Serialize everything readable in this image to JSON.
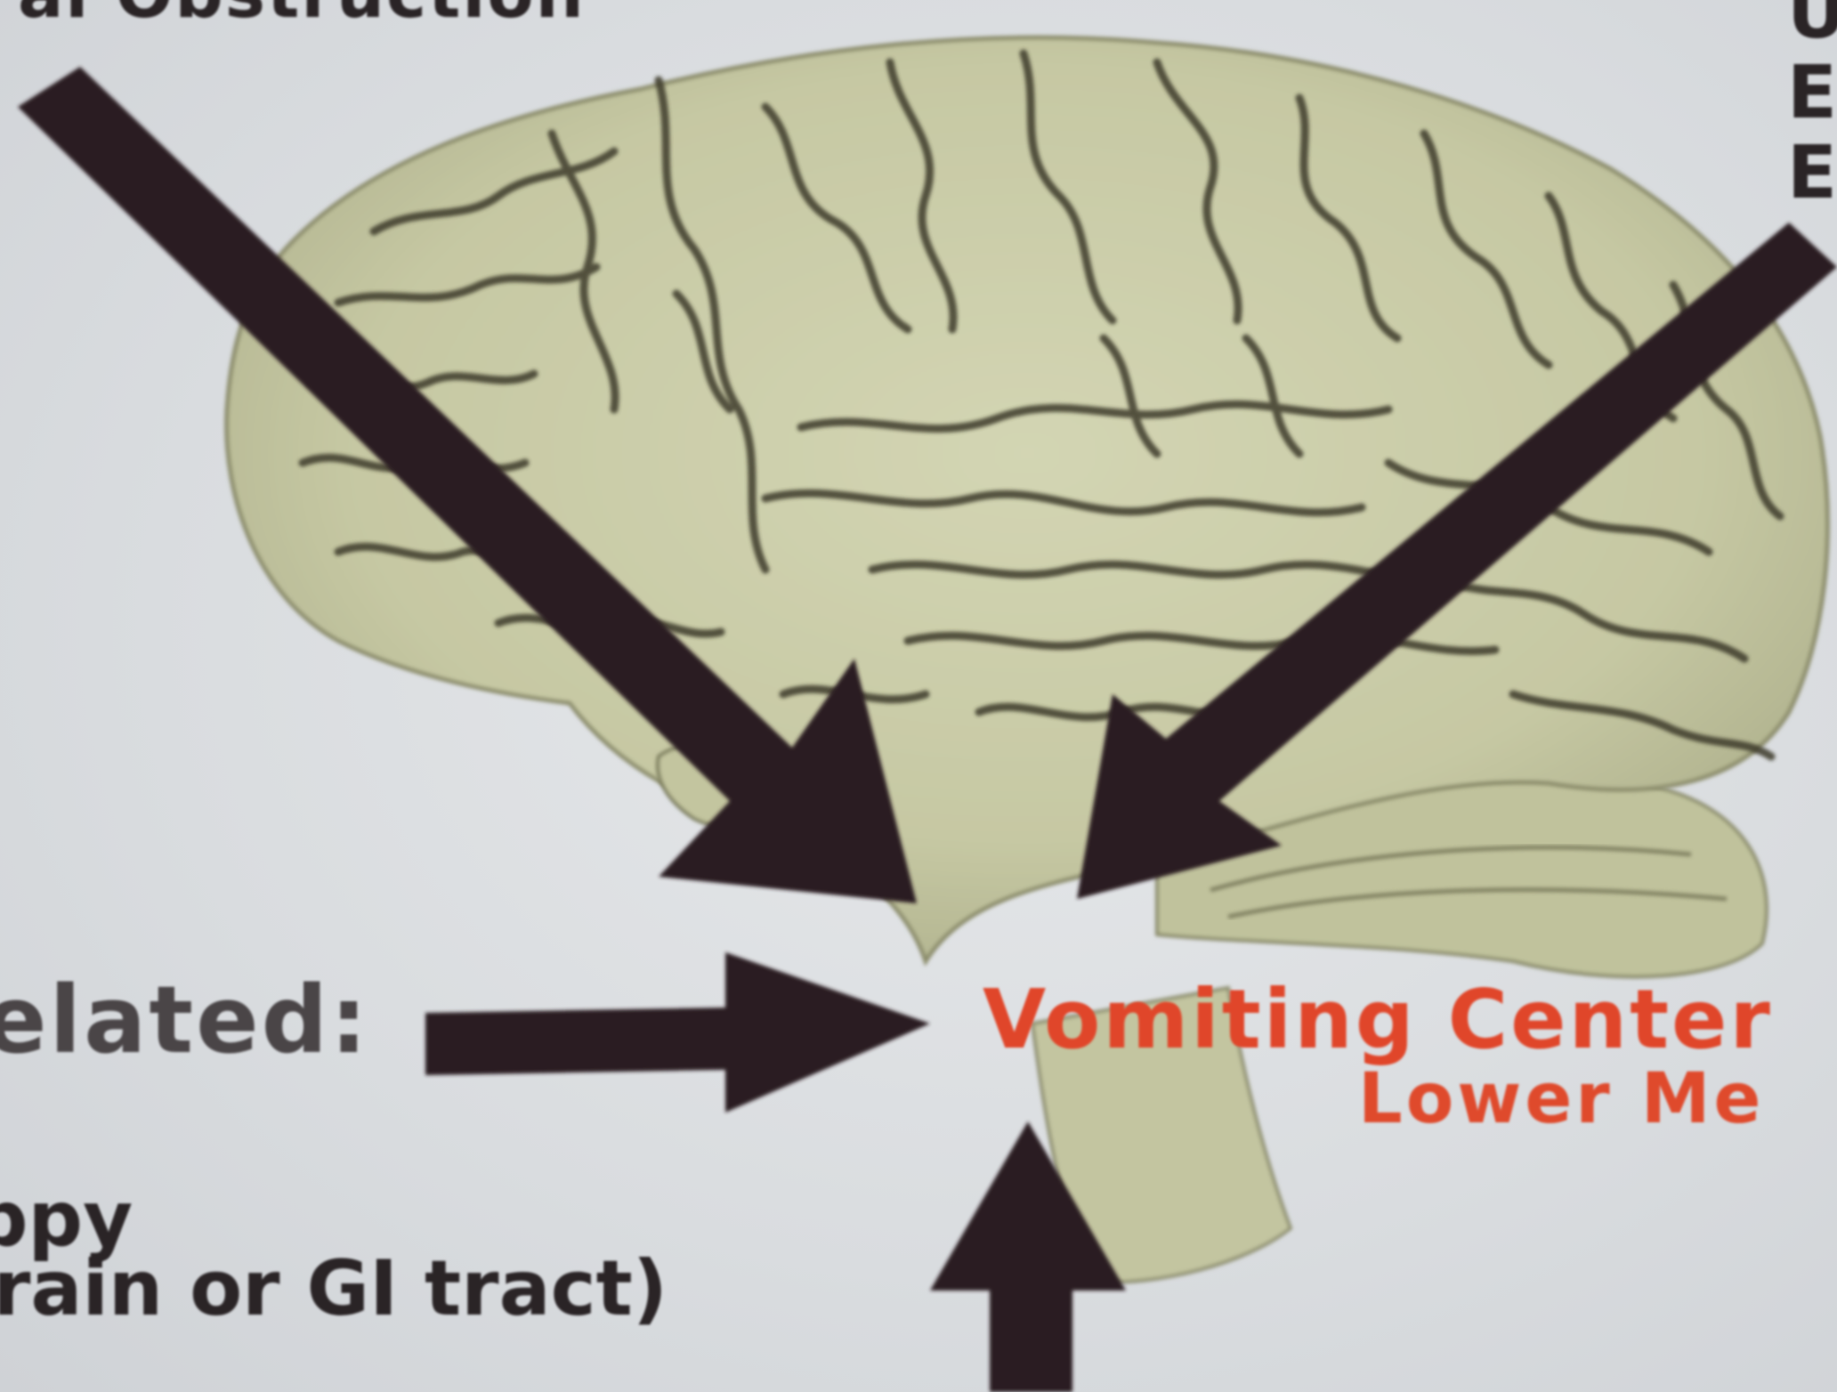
{
  "labels": {
    "top_left": "al Obstruction",
    "right_column": [
      "U",
      "E",
      "E"
    ],
    "related": "elated:",
    "left_line1": "ppy",
    "left_line2": "rain or GI tract)",
    "center_title": "Vomiting Center",
    "center_subtitle": "Lower Me"
  },
  "icons": {
    "brain": "brain-illustration",
    "arrows": [
      "arrow-down-right-icon",
      "arrow-down-left-icon",
      "arrow-right-icon",
      "arrow-up-icon"
    ]
  },
  "colors": {
    "background": "#dde0e3",
    "arrow": "#2b1f20",
    "brain_fill": "#c9cba8",
    "brain_lines": "#3d3a2c",
    "label_red": "#e0462a",
    "text_dark": "#2a2426"
  }
}
